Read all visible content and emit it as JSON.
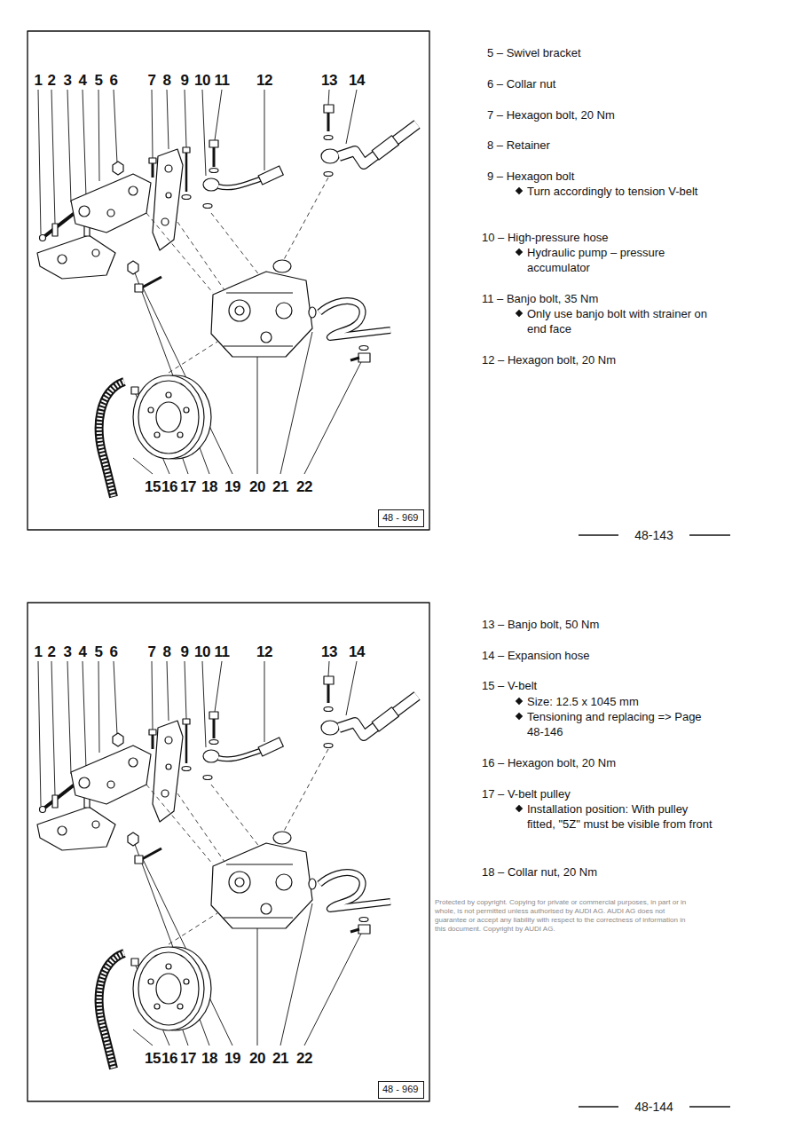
{
  "diagram": {
    "nodes": [
      {
        "text": [
          "48 - 969"
        ]
      },
      {
        "text": [
          "48 - 969"
        ]
      }
    ],
    "labels": [
      "1",
      "2",
      "3",
      "4",
      "5",
      "6",
      "7",
      "8",
      "9",
      "10",
      "11",
      "12",
      "13",
      "14",
      "15",
      "16",
      "17",
      "18",
      "19",
      "20",
      "21",
      "22",
      "5 – Swivel bracket",
      "6 – Collar nut",
      "7 – Hexagon bolt, 20 Nm",
      "8 – Retainer",
      "9 – Hexagon bolt",
      "Turn accordingly to tension V-belt",
      "10 – High-pressure hose",
      "Hydraulic pump – pressure accumulator",
      "11 – Banjo bolt, 35 Nm",
      "Only use banjo bolt with strainer on end face",
      "12 – Hexagon bolt, 20 Nm",
      "48-143",
      "1",
      "2",
      "3",
      "4",
      "5",
      "6",
      "7",
      "8",
      "9",
      "10",
      "11",
      "12",
      "13",
      "14",
      "15",
      "16",
      "17",
      "18",
      "19",
      "20",
      "21",
      "22",
      "13 – Banjo bolt, 50 Nm",
      "14 – Expansion hose",
      "15 – V-belt",
      "Size: 12.5 x 1045 mm",
      "Tensioning and replacing => Page 48-146",
      "16 – Hexagon bolt, 20 Nm",
      "17 – V-belt pulley",
      "Installation position: With pulley fitted, \"5Z\" must be visible from front",
      "18 – Collar nut, 20 Nm",
      "Protected by copyright. Copying for private or commercial purposes, in part or in whole, is not permitted unless authorised by AUDI AG. AUDI AG does not guarantee or accept any liability with respect to the correctness of information in this document. Copyright by AUDI AG.",
      "48-144"
    ]
  }
}
